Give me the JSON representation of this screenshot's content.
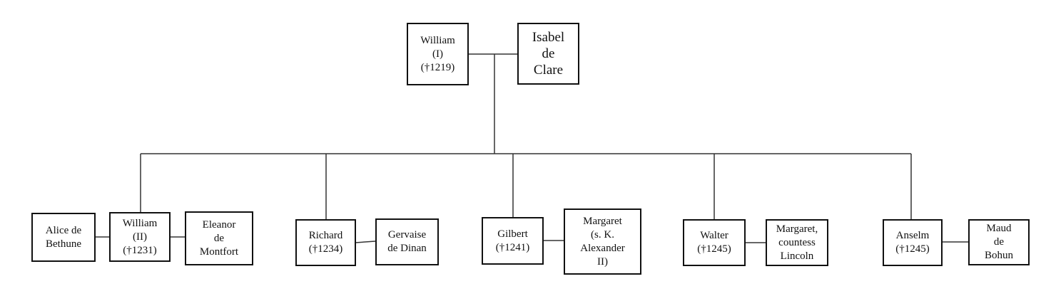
{
  "root": {
    "father": "William\n(I)\n(†1219)",
    "mother": "Isabel\nde\nClare"
  },
  "children": [
    {
      "name": "William\n(II)\n(†1231)",
      "spouses": [
        "Alice de\nBethune",
        "Eleanor\nde\nMontfort"
      ]
    },
    {
      "name": "Richard\n(†1234)",
      "spouses": [
        "Gervaise\nde Dinan"
      ]
    },
    {
      "name": "Gilbert\n(†1241)",
      "spouses": [
        "Margaret\n(s. K.\nAlexander\nII)"
      ]
    },
    {
      "name": "Walter\n(†1245)",
      "spouses": [
        "Margaret,\ncountess\nLincoln"
      ]
    },
    {
      "name": "Anselm\n(†1245)",
      "spouses": [
        "Maud\nde\nBohun"
      ]
    }
  ]
}
